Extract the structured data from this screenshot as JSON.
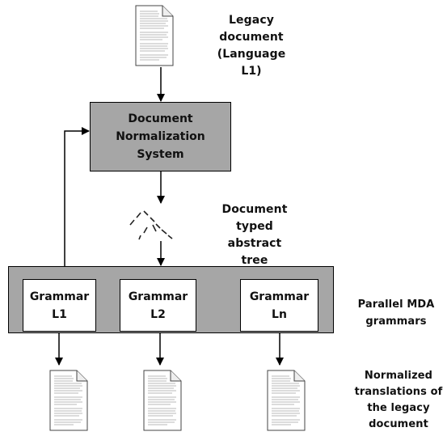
{
  "diagram": {
    "legacy_document_label": "Legacy\ndocument\n(Language L1)",
    "normalization_system_label": "Document\nNormalization\nSystem",
    "abstract_tree_label": "Document\ntyped abstract\ntree",
    "grammars": [
      {
        "label": "Grammar\nL1"
      },
      {
        "label": "Grammar\nL2"
      },
      {
        "label": "Grammar\nLn"
      }
    ],
    "parallel_grammars_label": "Parallel MDA\ngrammars",
    "normalized_translations_label": "Normalized\ntranslations of\nthe legacy\ndocument",
    "icons": {
      "document": "document-icon",
      "tree": "abstract-tree-icon"
    },
    "colors": {
      "system_box": "#a6a6a6",
      "grammar_container": "#a6a6a6",
      "grammar_box": "#ffffff",
      "line": "#000000"
    }
  }
}
